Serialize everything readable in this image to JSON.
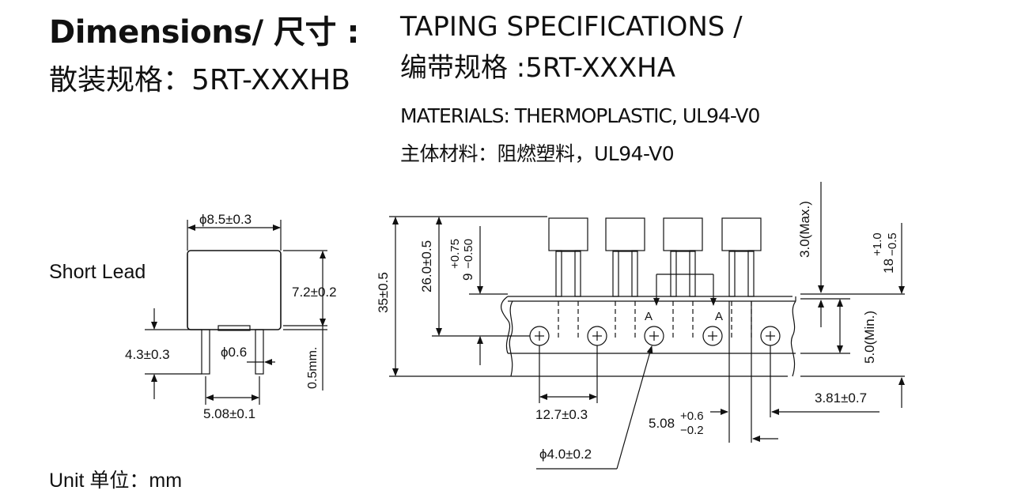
{
  "header": {
    "title_en": "Dimensions/ 尺寸 :",
    "title_cn": "散装规格：5RT-XXXHB",
    "taping_en": "TAPING SPECIFICATIONS /",
    "taping_cn": "编带规格 :5RT-XXXHA",
    "materials_en": "MATERIALS: THERMOPLASTIC, UL94-V0",
    "materials_cn": "主体材料：阻燃塑料，UL94-V0"
  },
  "bulk": {
    "label": "Short Lead",
    "dim_width": "ϕ8.5±0.3",
    "dim_height": "7.2±0.2",
    "dim_lead_len": "4.3±0.3",
    "dim_lead_dia": "ϕ0.6",
    "dim_gap": "0.5mm.",
    "dim_pitch": "5.08±0.1"
  },
  "taping": {
    "dim_total": "35±0.5",
    "dim_26": "26.0±0.5",
    "dim_9": "9",
    "dim_9_tol_plus": "+0.75",
    "dim_9_tol_minus": "−0.50",
    "dim_3max": "3.0(Max.)",
    "dim_18": "18",
    "dim_18_tol_plus": "+1.0",
    "dim_18_tol_minus": "−0.5",
    "dim_5min": "5.0(Min.)",
    "dim_381": "3.81±0.7",
    "dim_127": "12.7±0.3",
    "dim_508": "5.08",
    "dim_508_tol_plus": "+0.6",
    "dim_508_tol_minus": "−0.2",
    "dim_hole": "ϕ4.0±0.2",
    "section_a1": "A",
    "section_a2": "A"
  },
  "footer": {
    "unit": "Unit 单位：mm"
  }
}
